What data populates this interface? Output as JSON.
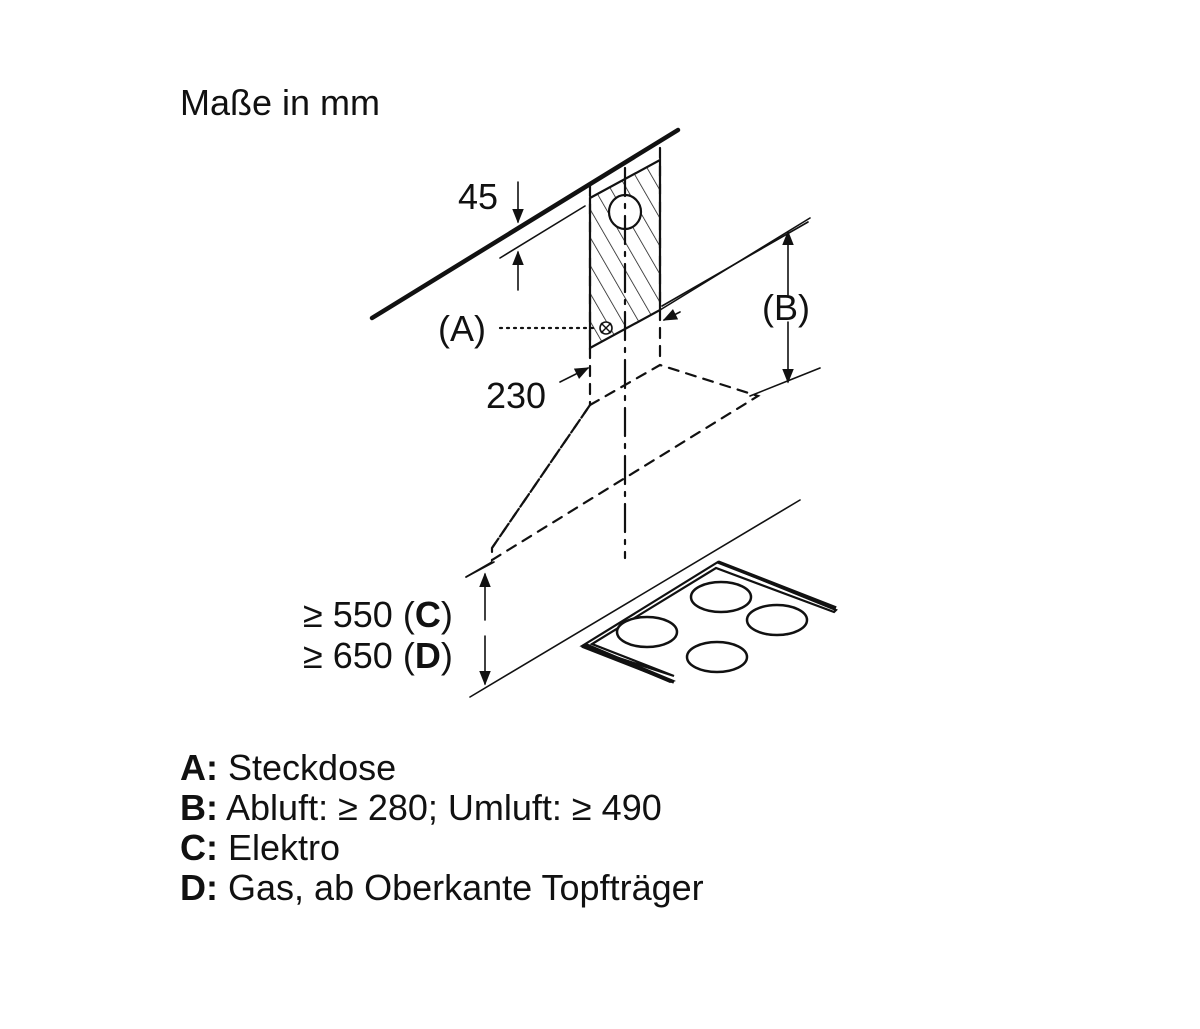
{
  "title": "Maße in mm",
  "dimensions": {
    "top_offset": "45",
    "width": "230",
    "label_a": "(A)",
    "label_b": "(B)",
    "clearance_c_value": "≥ 550 (",
    "clearance_c_key": "C",
    "clearance_c_close": ")",
    "clearance_d_value": "≥ 650 (",
    "clearance_d_key": "D",
    "clearance_d_close": ")"
  },
  "legend": [
    {
      "key": "A:",
      "text": "Steckdose"
    },
    {
      "key": "B:",
      "text": "Abluft: ≥ 280; Umluft: ≥ 490"
    },
    {
      "key": "C:",
      "text": "Elektro"
    },
    {
      "key": "D:",
      "text": "Gas, ab Oberkante Topfträger"
    }
  ],
  "icons": {
    "hob": "cooktop-icon",
    "socket": "socket-icon",
    "duct": "duct-opening-icon"
  },
  "colors": {
    "line": "#111111",
    "background": "#ffffff"
  }
}
